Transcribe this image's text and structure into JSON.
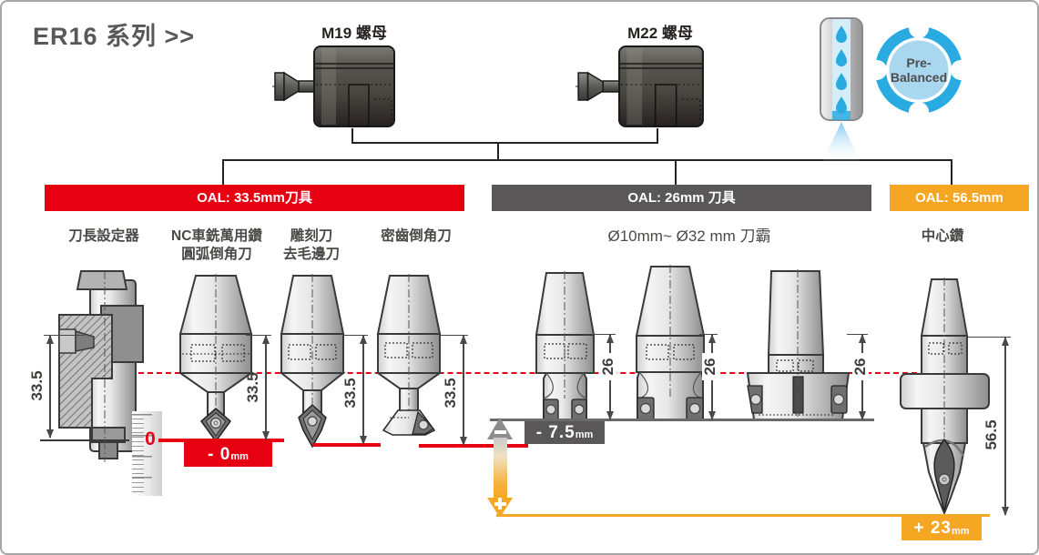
{
  "title": "ER16 系列 >>",
  "nuts": {
    "m19": "M19 螺母",
    "m22": "M22 螺母"
  },
  "bars": {
    "red": {
      "label": "OAL: 33.5mm刀具",
      "color": "#e60012"
    },
    "gray": {
      "label": "OAL: 26mm 刀具",
      "color": "#595757"
    },
    "orange": {
      "label": "OAL: 56.5mm",
      "color": "#f5a623"
    }
  },
  "groups": {
    "g1": "刀長設定器",
    "g2a": "NC車銑萬用鑽",
    "g2b": "圓弧倒角刀",
    "g3a": "雕刻刀",
    "g3b": "去毛邊刀",
    "g4": "密齒倒角刀",
    "g5": "Ø10mm~ Ø32 mm 刀霸",
    "g6": "中心鑽"
  },
  "dims": {
    "tool1": "33.5",
    "tool2": "33.5",
    "tool3": "33.5",
    "tool4": "33.5",
    "mill1": "26",
    "mill2": "26",
    "mill3": "26",
    "drill": "56.5"
  },
  "offsets": {
    "zero": {
      "value": "- 0",
      "unit": "mm"
    },
    "minus75": {
      "value": "- 7.5",
      "unit": "mm"
    },
    "plus23": {
      "value": "+ 23",
      "unit": "mm"
    }
  },
  "ruler": {
    "zero": "0"
  },
  "prebalanced": {
    "line1": "Pre-",
    "line2": "Balanced"
  },
  "icons": {
    "coolant": "coolant-through-spray-icon",
    "prebalanced": "pre-balanced-badge-icon"
  },
  "colors": {
    "accent_red": "#e60012",
    "accent_gray": "#595757",
    "accent_orange": "#f5a623",
    "accent_blue": "#29abe2"
  }
}
